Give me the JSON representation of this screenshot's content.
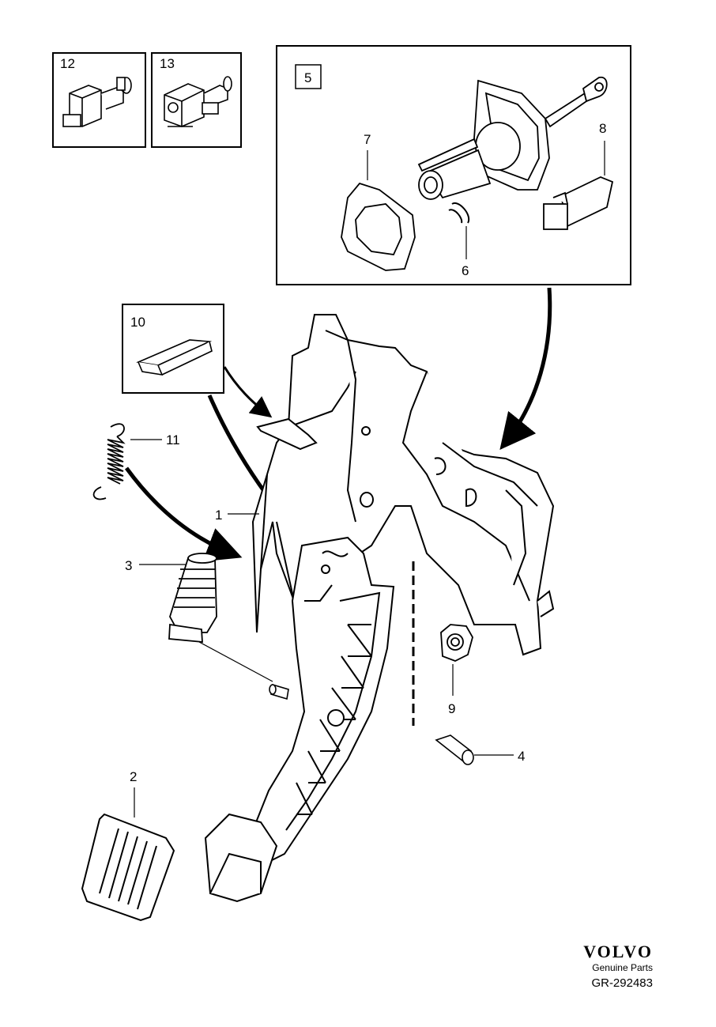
{
  "callouts": {
    "c1": "1",
    "c2": "2",
    "c3": "3",
    "c4": "4",
    "c5": "5",
    "c6": "6",
    "c7": "7",
    "c8": "8",
    "c9": "9",
    "c10": "10",
    "c11": "11",
    "c12": "12",
    "c13": "13"
  },
  "brand": {
    "logo": "VOLVO",
    "tagline": "Genuine Parts",
    "reference": "GR-292483"
  }
}
